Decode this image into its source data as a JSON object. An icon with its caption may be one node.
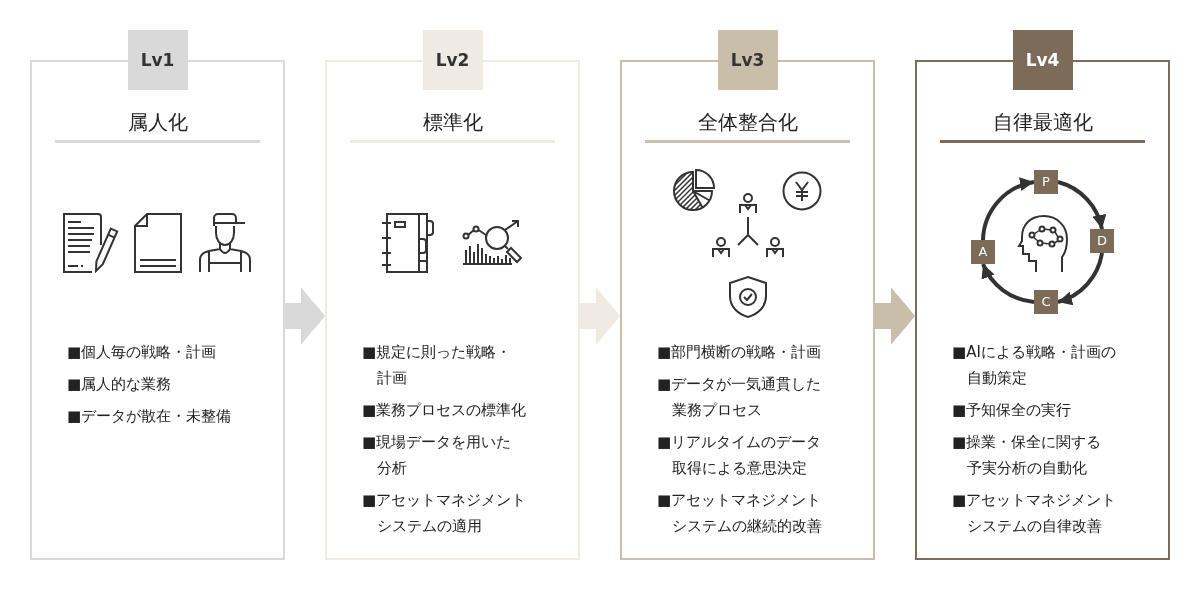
{
  "diagram": {
    "nodes": [
      {
        "text": [
          "Lv1",
          "属人化",
          "■個人毎の戦略・計画",
          "■属人的な業務",
          "■データが散在・未整備"
        ]
      },
      {
        "text": [
          "Lv2",
          "標準化",
          "■規定に則った戦略・計画",
          "■業務プロセスの標準化",
          "■現場データを用いた分析",
          "■アセットマネジメントシステムの適用"
        ]
      },
      {
        "text": [
          "Lv3",
          "全体整合化",
          "■部門横断の戦略・計画",
          "■データが一気通貫した業務プロセス",
          "■リアルタイムのデータ取得による意思決定",
          "■アセットマネジメントシステムの継続的改善"
        ]
      },
      {
        "text": [
          "Lv4",
          "自律最適化",
          "■AIによる戦略・計画の自動策定",
          "■予知保全の実行",
          "■操業・保全に関する予実分析の自動化",
          "■アセットマネジメントシステムの自律改善"
        ]
      },
      {
        "text": [
          "P"
        ],
        "in": 3
      },
      {
        "text": [
          "D"
        ],
        "in": 3
      },
      {
        "text": [
          "C"
        ],
        "in": 3
      },
      {
        "text": [
          "A"
        ],
        "in": 3
      }
    ],
    "edges": [
      {
        "from": 0,
        "to": 1,
        "arrow": "to",
        "style": "thick",
        "color": "#d9d9d9"
      },
      {
        "from": 1,
        "to": 2,
        "arrow": "to",
        "style": "thick",
        "color": "#efebe3"
      },
      {
        "from": 2,
        "to": 3,
        "arrow": "to",
        "style": "thick",
        "color": "#c9bea9"
      },
      {
        "from": 4,
        "to": 5,
        "arrow": "to"
      },
      {
        "from": 5,
        "to": 6,
        "arrow": "to"
      },
      {
        "from": 6,
        "to": 7,
        "arrow": "to"
      },
      {
        "from": 7,
        "to": 4,
        "arrow": "to"
      }
    ]
  }
}
